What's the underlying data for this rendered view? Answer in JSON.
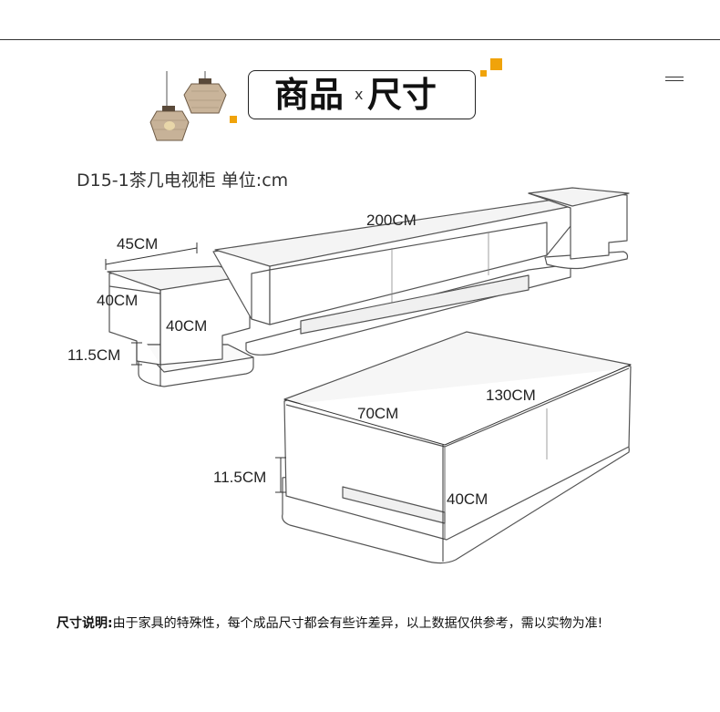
{
  "header": {
    "title_left": "商品",
    "title_x": "x",
    "title_right": "尺寸"
  },
  "accent_color": "#f0a30a",
  "subtitle": "D15-1茶几电视柜 单位:cm",
  "dimensions": {
    "side_cabinet_width": "45CM",
    "side_cabinet_depth": "40CM",
    "side_cabinet_height": "40CM",
    "side_cabinet_base": "11.5CM",
    "tv_cabinet_length": "200CM",
    "table_length": "130CM",
    "table_width": "70CM",
    "table_base": "11.5CM",
    "table_height": "40CM"
  },
  "footer": {
    "label": "尺寸说明:",
    "text": "由于家具的特殊性，每个成品尺寸都会有些许差异，以上数据仅供参考，需以实物为准!"
  }
}
